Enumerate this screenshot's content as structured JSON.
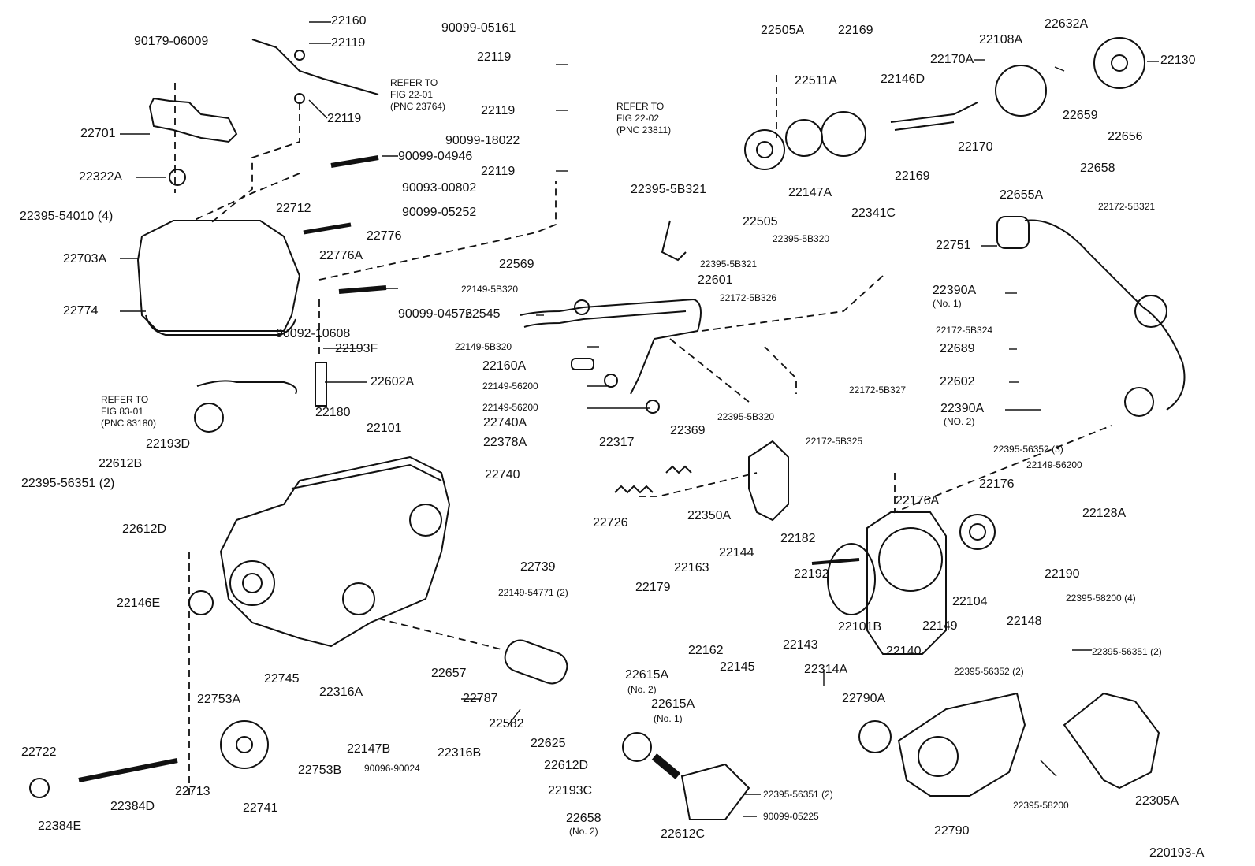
{
  "diagram": {
    "figure_id": "220193-A",
    "labels": [
      "22160",
      "22119",
      "90179-06009",
      "REFER TO",
      "FIG 22-01",
      "(PNC 23764)",
      "22119",
      "22701",
      "22322A",
      "90099-04946",
      "22712",
      "90093-00802",
      "90099-05252",
      "22395-54010 (4)",
      "22776",
      "22776A",
      "22703A",
      "90099-04576",
      "22774",
      "90092-10608",
      "22193F",
      "22602A",
      "REFER TO",
      "FIG 83-01",
      "(PNC 83180)",
      "22180",
      "22101",
      "22193D",
      "22612B",
      "22395-56351 (2)",
      "22612D",
      "22739",
      "22149-54771 (2)",
      "22146E",
      "90099-05161",
      "22119",
      "22119",
      "REFER TO",
      "FIG 22-02",
      "(PNC 23811)",
      "90099-18022",
      "22119",
      "22395-5B321",
      "22569",
      "22601",
      "22149-5B320",
      "22545",
      "22149-5B320",
      "22160A",
      "22149-56200",
      "22149-56200",
      "22740A",
      "22378A",
      "22317",
      "22369",
      "22740",
      "22726",
      "22505A",
      "22169",
      "22511A",
      "22146D",
      "22170A",
      "22108A",
      "22632A",
      "22130",
      "22659",
      "22170",
      "22656",
      "22169",
      "22658",
      "22505",
      "22147A",
      "22341C",
      "22655A",
      "22395-5B320",
      "22395-5B321",
      "22172-5B321",
      "22751",
      "22172-5B326",
      "22390A",
      "(No. 1)",
      "22172-5B324",
      "22689",
      "22602",
      "22172-5B327",
      "22395-5B320",
      "22390A",
      "(NO. 2)",
      "22172-5B325",
      "22395-56352 (3)",
      "22149-56200",
      "22350A",
      "22176A",
      "22176",
      "22128A",
      "22182",
      "22144",
      "22163",
      "22192",
      "22179",
      "22190",
      "22395-58200 (4)",
      "22104",
      "22148",
      "22101B",
      "22149",
      "22162",
      "22143",
      "22140",
      "22145",
      "22314A",
      "22395-56351 (2)",
      "22395-56352 (2)",
      "22790A",
      "22657",
      "22615A",
      "(No. 2)",
      "22787",
      "22615A",
      "(No. 1)",
      "22745",
      "22753A",
      "22316A",
      "22582",
      "22625",
      "22147B",
      "22316B",
      "90096-90024",
      "22753B",
      "22612D",
      "22722",
      "22713",
      "22384D",
      "22741",
      "22193C",
      "22384E",
      "22658",
      "(No. 2)",
      "22612C",
      "22395-56351 (2)",
      "90099-05225",
      "22395-58200",
      "22790",
      "22305A",
      "220193-A"
    ]
  }
}
